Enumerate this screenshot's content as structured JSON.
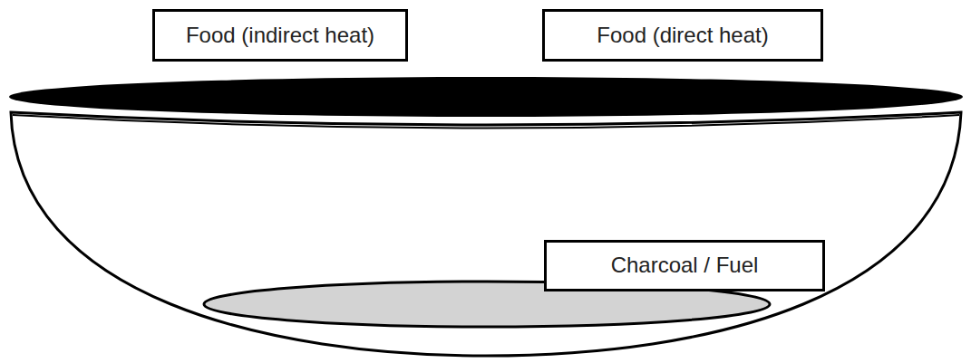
{
  "diagram": {
    "nodes": [
      {
        "text": [
          "Food (indirect heat)"
        ]
      },
      {
        "text": [
          "Food (direct heat)"
        ]
      },
      {
        "text": [
          "Charcoal / Fuel"
        ]
      }
    ]
  }
}
